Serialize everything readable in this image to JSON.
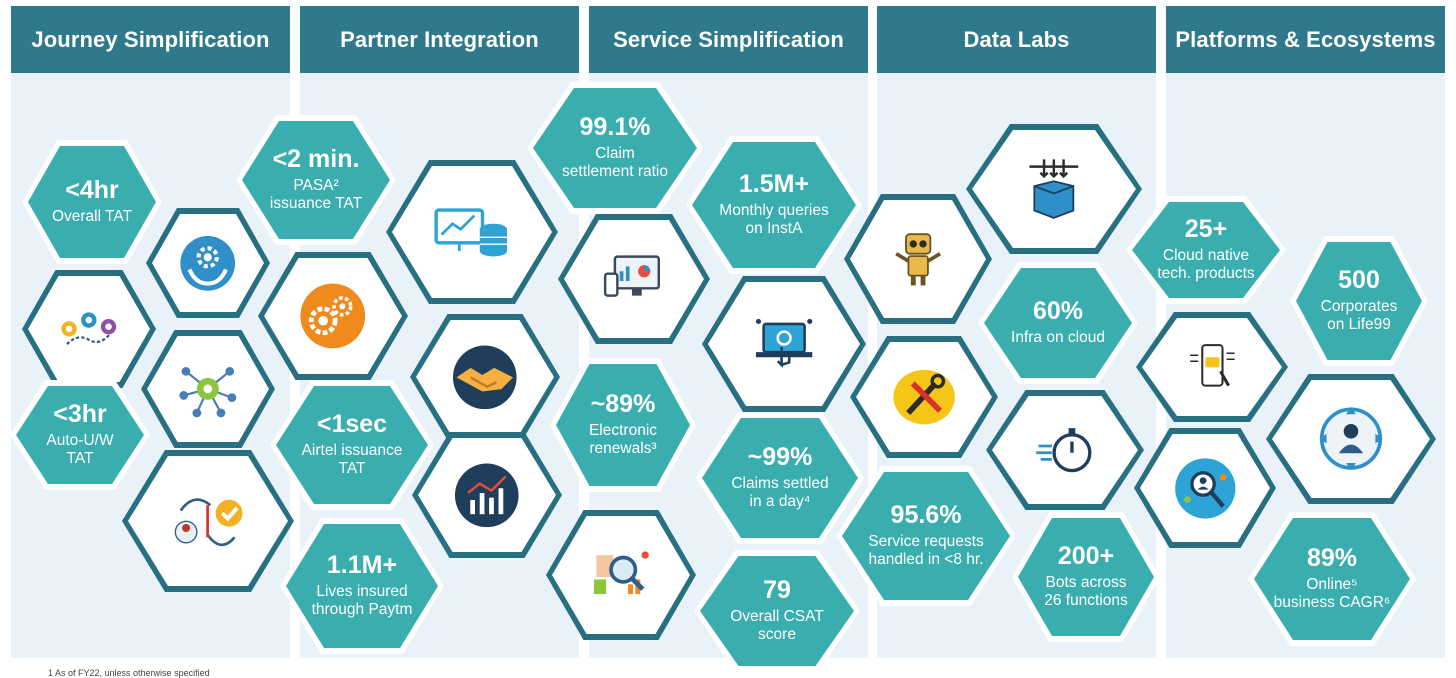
{
  "columns": [
    {
      "title": "Journey Simplification"
    },
    {
      "title": "Partner Integration"
    },
    {
      "title": "Service Simplification"
    },
    {
      "title": "Data Labs"
    },
    {
      "title": "Platforms & Ecosystems"
    }
  ],
  "stats": {
    "s1": {
      "value": "<4hr",
      "label": "Overall TAT"
    },
    "s2": {
      "value": "<3hr",
      "label": "Auto-U/W\nTAT"
    },
    "s3": {
      "value": "<2 min.",
      "label": "PASA² \nissuance TAT"
    },
    "s4": {
      "value": "<1sec",
      "label": "Airtel issuance\nTAT"
    },
    "s5": {
      "value": "1.1M+",
      "label": "Lives insured\nthrough Paytm"
    },
    "s6": {
      "value": "99.1%",
      "label": "Claim\nsettlement ratio"
    },
    "s7": {
      "value": "1.5M+",
      "label": "Monthly queries\non InstA"
    },
    "s8": {
      "value": "~89%",
      "label": "Electronic\nrenewals³"
    },
    "s9": {
      "value": "~99%",
      "label": "Claims settled\nin a day⁴"
    },
    "s10": {
      "value": "79",
      "label": "Overall CSAT\nscore"
    },
    "s11": {
      "value": "60%",
      "label": "Infra on cloud"
    },
    "s12": {
      "value": "95.6%",
      "label": "Service requests\nhandled in <8 hr."
    },
    "s13": {
      "value": "200+",
      "label": "Bots across\n26 functions"
    },
    "s14": {
      "value": "25+",
      "label": "Cloud native\ntech. products"
    },
    "s15": {
      "value": "500",
      "label": "Corporates\non Life99"
    },
    "s16": {
      "value": "89%",
      "label": "Online⁵\nbusiness CAGR⁶"
    }
  },
  "icons": {
    "i1": "care-gear-icon",
    "i2": "map-pins-icon",
    "i3": "network-gear-icon",
    "i4": "workflow-check-icon",
    "i5": "gears-icon",
    "i6": "analytics-database-icon",
    "i7": "handshake-icon",
    "i8": "line-chart-icon",
    "i9": "dashboard-screens-icon",
    "i10": "data-magnifier-icon",
    "i11": "laptop-touch-icon",
    "i12": "robot-icon",
    "i13": "tools-icon",
    "i14": "inbox-box-icon",
    "i15": "stopwatch-icon",
    "i16": "mobile-app-icon",
    "i17": "people-search-icon",
    "i18": "focus-person-icon"
  },
  "colors": {
    "header": "#2e7a8c",
    "teal": "#3aaeae",
    "icon_border": "#286f82",
    "panel": "#e9f2f8"
  },
  "footnote": "1 As of FY22, unless otherwise specified"
}
